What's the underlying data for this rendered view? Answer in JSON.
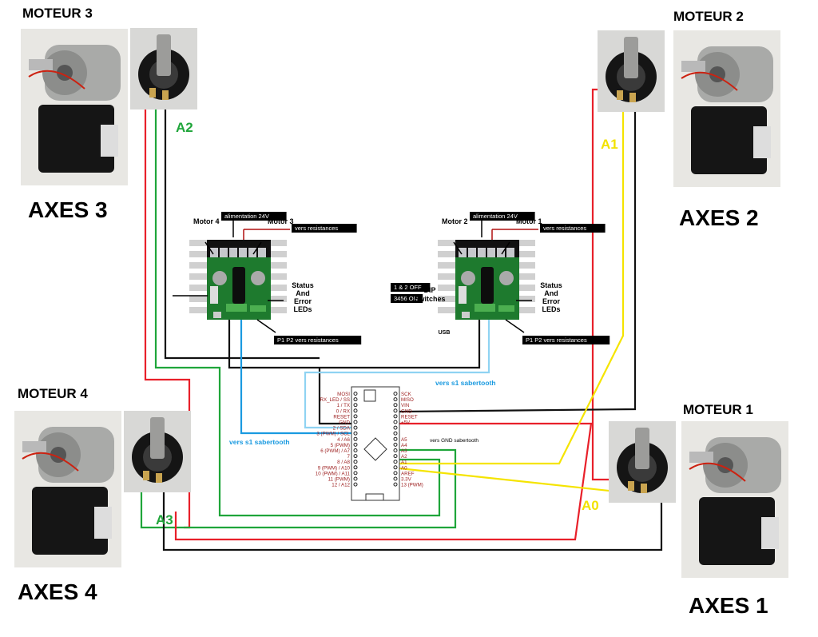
{
  "motors": [
    {
      "label": "MOTEUR 3",
      "axis": "AXES 3",
      "pot_label": "A2",
      "pot_color": "#1fa53a"
    },
    {
      "label": "MOTEUR 2",
      "axis": "AXES 2",
      "pot_label": "A1",
      "pot_color": "#f2e200"
    },
    {
      "label": "MOTEUR 4",
      "axis": "AXES 4",
      "pot_label": "A3",
      "pot_color": "#1fa53a"
    },
    {
      "label": "MOTEUR 1",
      "axis": "AXES 1",
      "pot_label": "A0",
      "pot_color": "#f2e200"
    }
  ],
  "sabertooth_left": {
    "motor_a": "Motor 4",
    "motor_b": "Motor 3",
    "power": "alimentation 24V",
    "resist": "vers resistances",
    "status": [
      "Status",
      "And",
      "Error",
      "LEDs"
    ],
    "p1p2": "P1 P2 vers resistances"
  },
  "sabertooth_right": {
    "motor_a": "Motor 2",
    "motor_b": "Motor 1",
    "power": "alimentation 24V",
    "resist": "vers resistances",
    "status": [
      "Status",
      "And",
      "Error",
      "LEDs"
    ],
    "p1p2": "P1 P2 vers resistances",
    "dip1": "1 & 2 OFF",
    "dip2": "3456 ON",
    "dip_label": [
      "DIP",
      "Switches"
    ],
    "usb": "USB"
  },
  "notes": {
    "s1_right": "vers s1 sabertooth",
    "s1_left": "vers s1 sabertooth",
    "gnd": "vers GND sabertooth"
  },
  "arduino": {
    "left_pins": [
      "MOSI",
      "RX_LED / SS",
      "1 / TX",
      "0 / RX",
      "RESET",
      "GND",
      "2 / SDA",
      "3 (PWM) / SCL",
      "4 / A6",
      "5 (PWM)",
      "6 (PWM) / A7",
      "7",
      "8 / A8",
      "9 (PWM) / A10",
      "10 (PWM) / A11",
      "11 (PWM)",
      "12 / A12"
    ],
    "right_pins": [
      "SCK",
      "MISO",
      "VIN",
      "GND",
      "RESET",
      "+5V",
      "",
      "",
      "A5",
      "A4",
      "A3",
      "A2",
      "A1",
      "A0",
      "AREF",
      "3.3V",
      "13 (PWM)"
    ]
  },
  "colors": {
    "red": "#e8202a",
    "black": "#111111",
    "green": "#1fa53a",
    "yellow": "#f5e400",
    "blue": "#1a9ae0",
    "lightblue": "#8fd3f2",
    "pin_text": "#9b1b1b"
  }
}
